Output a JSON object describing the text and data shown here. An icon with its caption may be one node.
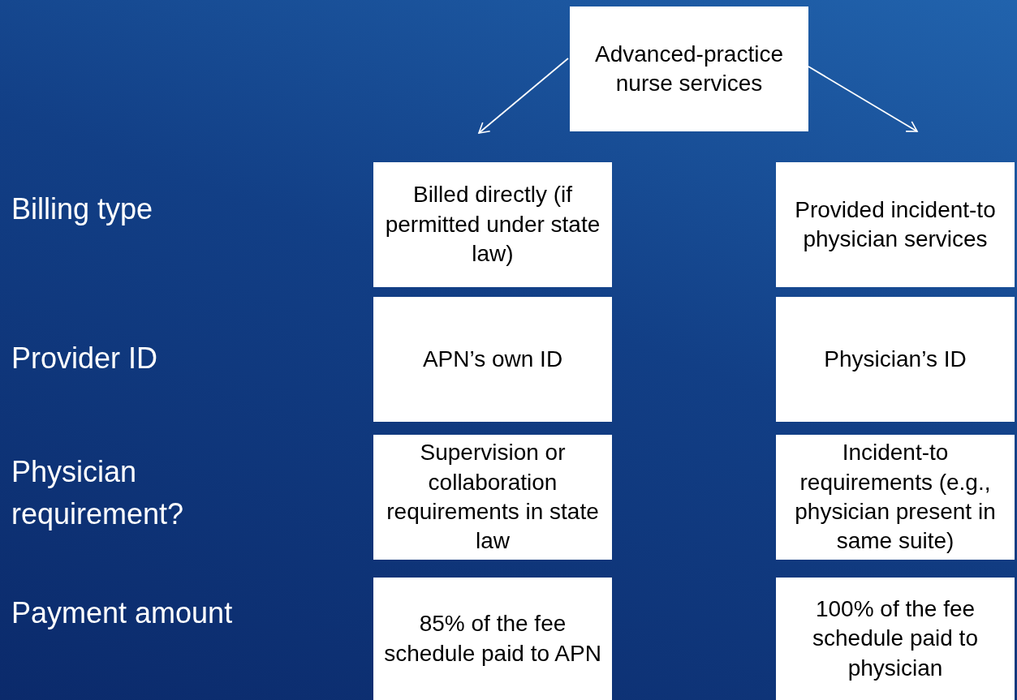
{
  "diagram": {
    "nodes": [
      {
        "text": [
          "Advanced-practice nurse services"
        ]
      },
      {
        "text": [
          "Billed directly (if permitted under state law)"
        ]
      },
      {
        "text": [
          "Provided incident-to physician services"
        ]
      },
      {
        "text": [
          "APN’s own ID"
        ]
      },
      {
        "text": [
          "Physician’s ID"
        ]
      },
      {
        "text": [
          "Supervision or collaboration requirements in state law"
        ]
      },
      {
        "text": [
          "Incident-to requirements (e.g., physician present in same suite)"
        ]
      },
      {
        "text": [
          "85% of the fee schedule paid to APN"
        ]
      },
      {
        "text": [
          "100% of the fee schedule paid to physician"
        ]
      }
    ],
    "edges": [
      {
        "from": 0,
        "to": 1,
        "arrow": "to"
      },
      {
        "from": 0,
        "to": 2,
        "arrow": "to"
      }
    ],
    "labels": [
      "Billing type",
      "Provider ID",
      "Physician requirement?",
      "Payment amount"
    ]
  }
}
